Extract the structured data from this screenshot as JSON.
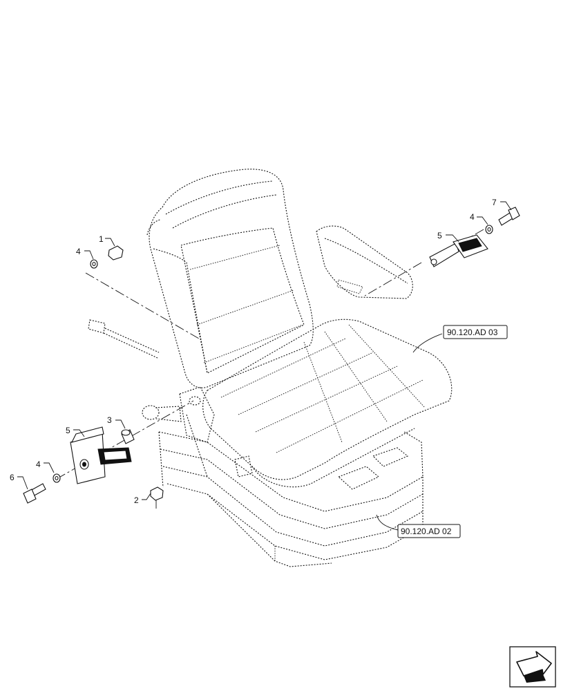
{
  "callouts": [
    {
      "label": "1"
    },
    {
      "label": "4"
    },
    {
      "label": "5"
    },
    {
      "label": "3"
    },
    {
      "label": "4"
    },
    {
      "label": "6"
    },
    {
      "label": "2"
    },
    {
      "label": "5"
    },
    {
      "label": "4"
    },
    {
      "label": "7"
    }
  ],
  "references": [
    {
      "label": "90.120.AD 03"
    },
    {
      "label": "90.120.AD 02"
    }
  ],
  "navigation": {
    "icon": "forward-arrow-icon"
  }
}
